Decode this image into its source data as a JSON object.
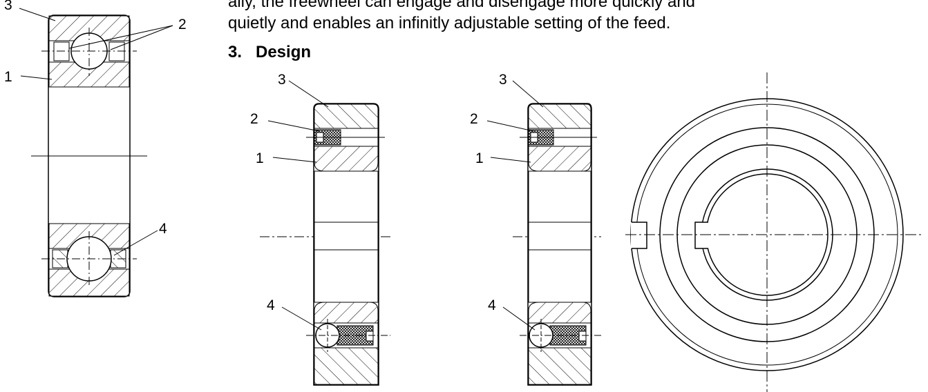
{
  "text": {
    "intro_line_top": "ally, the freewheel can engage and disengage more quickly and",
    "intro_line": "quietly and enables an infinitly adjustable setting of the feed.",
    "section_number": "3.",
    "section_title": "Design"
  },
  "figures": [
    {
      "id": "bearing-section",
      "labels": [
        "3",
        "2",
        "1",
        "4"
      ]
    },
    {
      "id": "freewheel-section-a",
      "labels": [
        "3",
        "2",
        "1",
        "4"
      ]
    },
    {
      "id": "freewheel-section-b",
      "labels": [
        "3",
        "2",
        "1",
        "4"
      ]
    },
    {
      "id": "ring-front-view",
      "labels": []
    }
  ]
}
